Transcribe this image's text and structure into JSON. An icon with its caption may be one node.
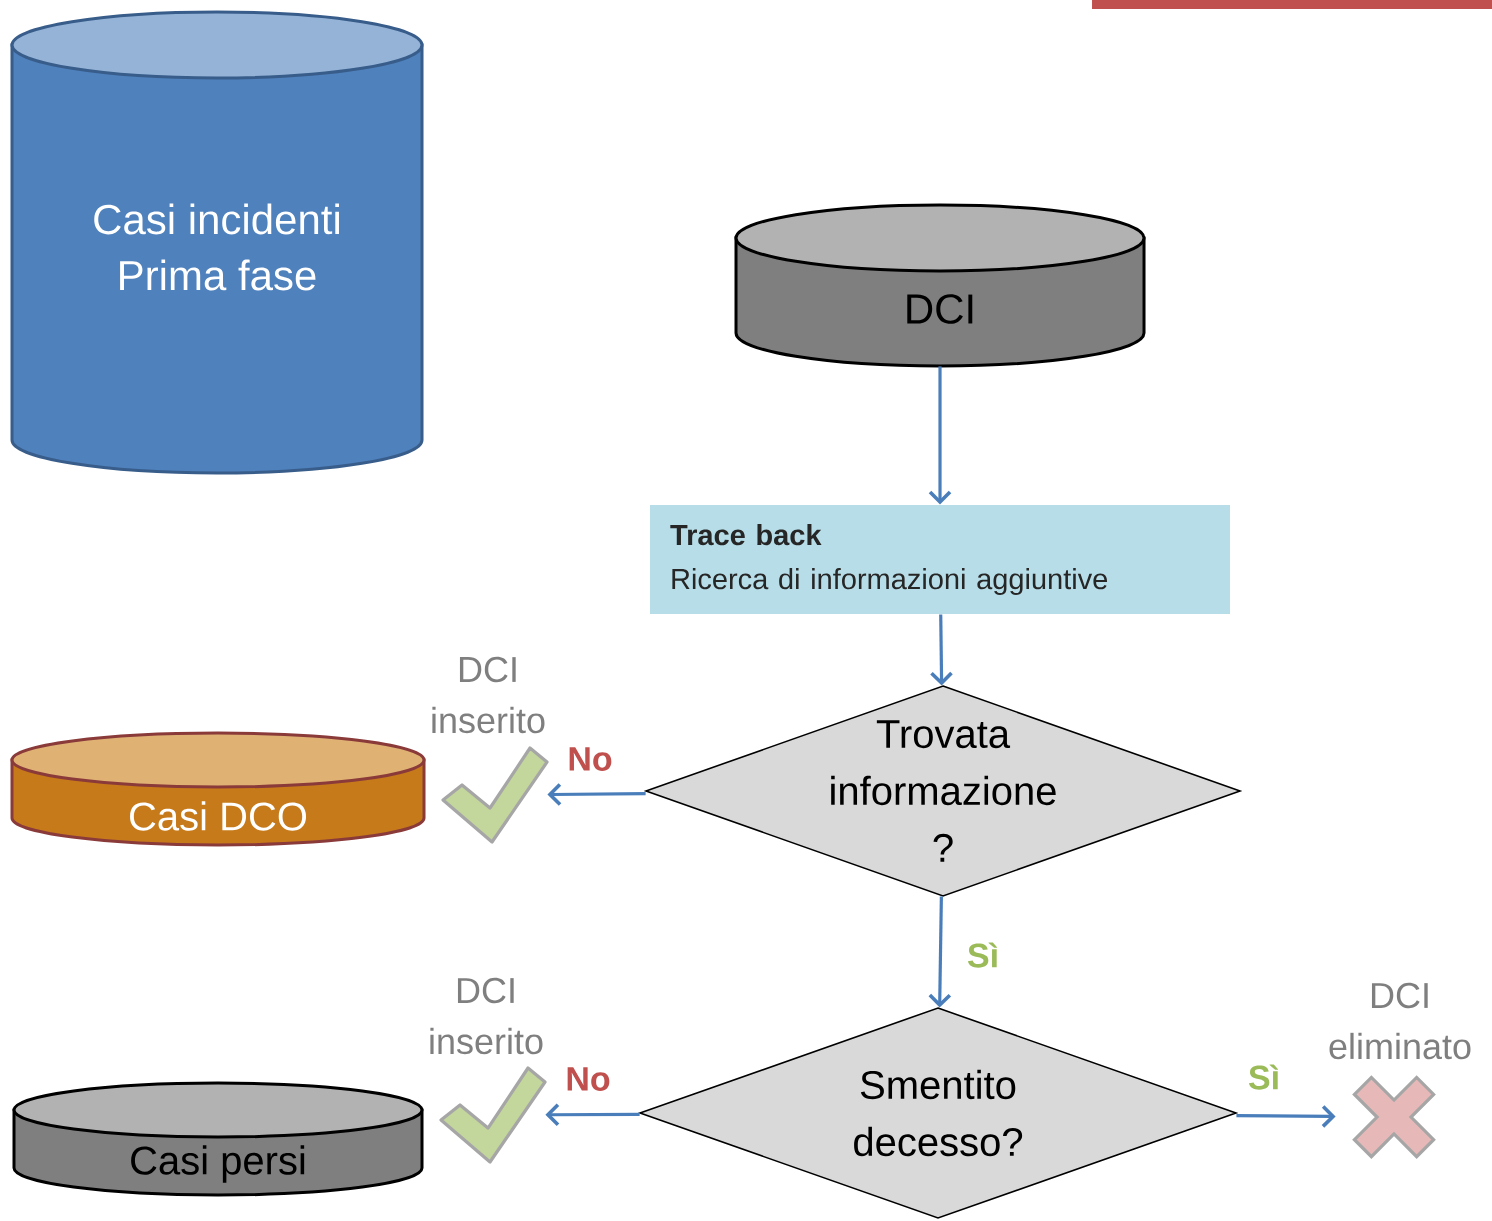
{
  "diagram": {
    "nodes": [
      {
        "text": [
          "Casi incidenti Prima fase"
        ]
      },
      {
        "text": [
          "DCI"
        ]
      },
      {
        "text": [
          "Trace back",
          "Ricerca di informazioni aggiuntive"
        ]
      },
      {
        "text": [
          "Trovata informazione ?"
        ]
      },
      {
        "text": [
          "Casi DCO"
        ]
      },
      {
        "text": [],
        "shape": "picture",
        "beside": [
          "DCI inserito"
        ]
      },
      {
        "text": [
          "Smentito decesso?"
        ]
      },
      {
        "text": [
          "Casi persi"
        ]
      },
      {
        "text": [],
        "shape": "picture",
        "beside": [
          "DCI inserito"
        ]
      },
      {
        "text": [],
        "shape": "picture",
        "beside": [
          "DCI eliminato"
        ]
      }
    ],
    "edges": [
      {
        "from": 1,
        "to": 2,
        "arrow": "to"
      },
      {
        "from": 2,
        "to": 3,
        "arrow": "to"
      },
      {
        "from": 3,
        "to": 5,
        "arrow": "to",
        "label": "No"
      },
      {
        "from": 3,
        "to": 6,
        "arrow": "to",
        "label": "Sì"
      },
      {
        "from": 6,
        "to": 8,
        "arrow": "to",
        "label": "No"
      },
      {
        "from": 6,
        "to": 9,
        "arrow": "to",
        "label": "Sì"
      }
    ]
  }
}
